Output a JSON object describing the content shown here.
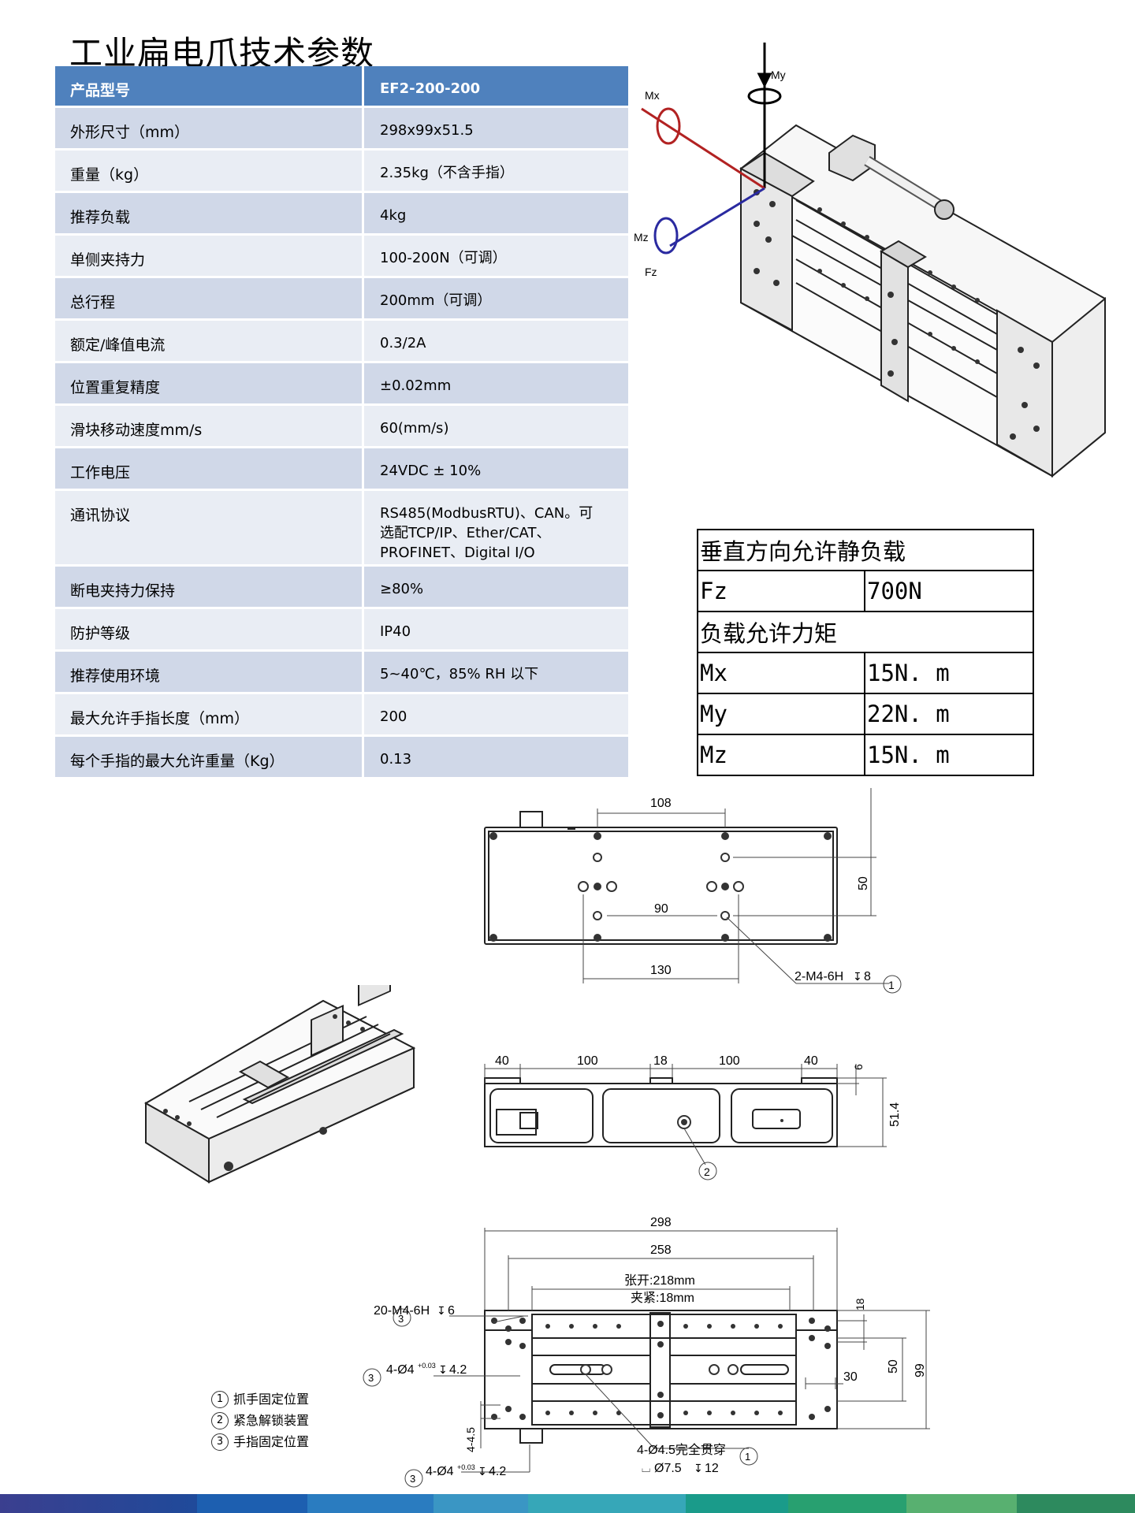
{
  "title": "工业扁电爪技术参数",
  "spec_table": {
    "header": {
      "label": "产品型号",
      "value": "EF2-200-200"
    },
    "rows": [
      {
        "label": "外形尺寸（mm）",
        "value": "298x99x51.5"
      },
      {
        "label": "重量（kg）",
        "value": "2.35kg（不含手指）"
      },
      {
        "label": "推荐负载",
        "value": "4kg"
      },
      {
        "label": "单侧夹持力",
        "value": "100-200N（可调）"
      },
      {
        "label": "总行程",
        "value": "200mm（可调）"
      },
      {
        "label": "额定/峰值电流",
        "value": "0.3/2A"
      },
      {
        "label": "位置重复精度",
        "value": "±0.02mm"
      },
      {
        "label": "滑块移动速度mm/s",
        "value": "60(mm/s)"
      },
      {
        "label": "工作电压",
        "value": "24VDC ± 10%"
      },
      {
        "label": "通讯协议",
        "value": "RS485(ModbusRTU)、CAN。可选配TCP/IP、Ether/CAT、PROFINET、Digital I/O"
      },
      {
        "label": "断电夹持力保持",
        "value": "≥80%"
      },
      {
        "label": "防护等级",
        "value": "IP40"
      },
      {
        "label": "推荐使用环境",
        "value": "5~40℃，85% RH 以下"
      },
      {
        "label": "最大允许手指长度（mm）",
        "value": "200"
      },
      {
        "label": "每个手指的最大允许重量（Kg）",
        "value": "0.13"
      }
    ]
  },
  "load_table": {
    "vertical_title": "垂直方向允许静负载",
    "fz_label": "Fz",
    "fz_value": "700N",
    "moment_title": "负载允许力矩",
    "mx_label": "Mx",
    "mx_value": "15N. m",
    "my_label": "My",
    "my_value": "22N. m",
    "mz_label": "Mz",
    "mz_value": "15N. m"
  },
  "iso_diagram": {
    "my": "My",
    "mx": "Mx",
    "mz": "Mz",
    "fz": "Fz"
  },
  "top_view": {
    "d108": "108",
    "d50": "50",
    "d90": "90",
    "d130": "130",
    "thread": "2-M4-6H",
    "thread_depth": "8",
    "callout": "1"
  },
  "side_view": {
    "d40a": "40",
    "d100a": "100",
    "d18": "18",
    "d100b": "100",
    "d40b": "40",
    "d6": "6",
    "d514": "51.4",
    "callout": "2"
  },
  "bottom_view": {
    "d298": "298",
    "d258": "258",
    "open": "张开:218mm",
    "close": "夹紧:18mm",
    "d18": "18",
    "d50": "50",
    "d99": "99",
    "d30": "30",
    "d445": "4-4.5",
    "thread20": "20-M4-6H",
    "thread20_depth": "6",
    "hole_a": "4-Ø4",
    "hole_a_tol": "+0.03",
    "hole_a_depth": "4.2",
    "hole_b": "4-Ø4",
    "hole_b_tol": "+0.03",
    "hole_b_depth": "4.2",
    "through": "4-Ø4.5完全贯穿",
    "cbore": "Ø7.5",
    "cbore_depth": "12",
    "c1": "1",
    "c3": "3"
  },
  "legend": [
    {
      "num": "1",
      "text": "抓手固定位置"
    },
    {
      "num": "2",
      "text": "紧急解锁装置"
    },
    {
      "num": "3",
      "text": "手指固定位置"
    }
  ],
  "colors": {
    "table_header": "#4f81bd",
    "row_odd": "#d0d8e8",
    "row_even": "#e9edf4",
    "mx_axis": "#b22222",
    "mz_axis": "#2a2aa0"
  }
}
